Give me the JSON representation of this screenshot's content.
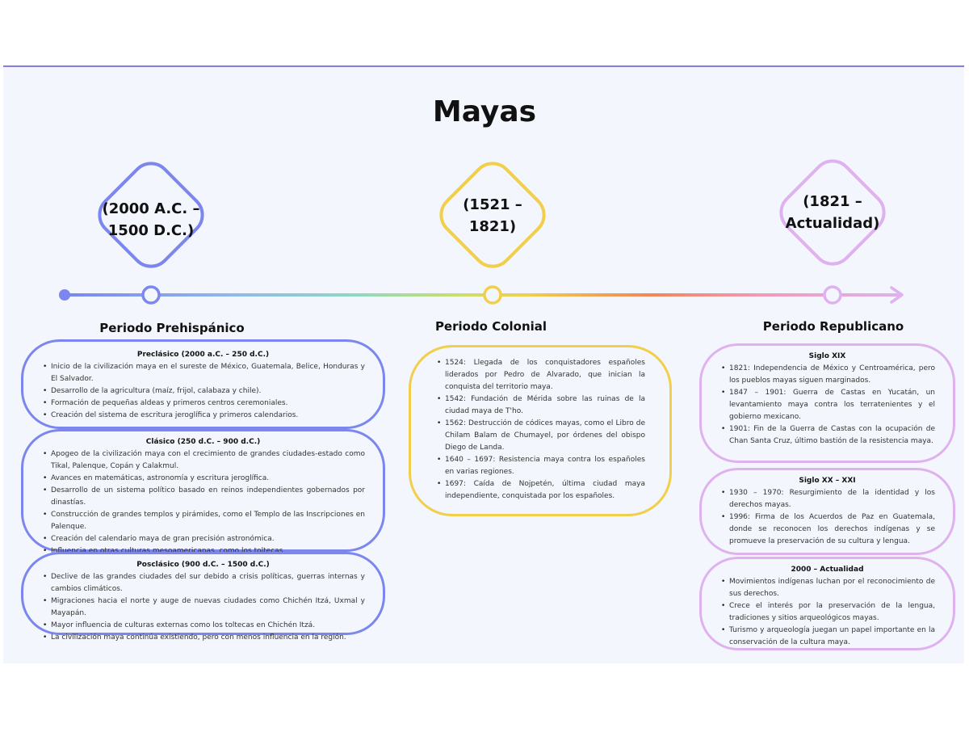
{
  "title": "Mayas",
  "eras": [
    {
      "date": "(2000 A.C. – 1500 D.C.)",
      "date_lines": [
        "(2000 A.C. –",
        "1500 D.C.)"
      ],
      "period": "Periodo Prehispánico",
      "color": "#7b86ee"
    },
    {
      "date": "(1521 – 1821)",
      "date_lines": [
        "(1521 –",
        "1821)"
      ],
      "period": "Periodo Colonial",
      "color": "#f2cf4a"
    },
    {
      "date": "(1821 – Actualidad)",
      "date_lines": [
        "(1821 –",
        "Actualidad)"
      ],
      "period": "Periodo Republicano",
      "color": "#dfb2ef"
    }
  ],
  "prehispanico": {
    "preclasico": {
      "heading": "Preclásico (2000 a.C. – 250 d.C.)",
      "items": [
        "Inicio de la civilización maya en el sureste de México, Guatemala, Belice, Honduras y El Salvador.",
        "Desarrollo de la agricultura (maíz, frijol, calabaza y chile).",
        "Formación de pequeñas aldeas y primeros centros ceremoniales.",
        "Creación del sistema de escritura jeroglífica y primeros calendarios."
      ]
    },
    "clasico": {
      "heading": "Clásico (250 d.C. – 900 d.C.)",
      "items": [
        "Apogeo de la civilización maya con el crecimiento de grandes ciudades-estado como Tikal, Palenque, Copán y Calakmul.",
        "Avances en matemáticas, astronomía y escritura jeroglífica.",
        "Desarrollo de un sistema político basado en reinos independientes gobernados por dinastías.",
        "Construcción de grandes templos y pirámides, como el Templo de las Inscripciones en Palenque.",
        "Creación del calendario maya de gran precisión astronómica.",
        "Influencia en otras culturas mesoamericanas, como los toltecas."
      ]
    },
    "posclasico": {
      "heading": "Posclásico (900 d.C. – 1500 d.C.)",
      "items": [
        "Declive de las grandes ciudades del sur debido a crisis políticas, guerras internas y cambios climáticos.",
        "Migraciones hacia el norte y auge de nuevas ciudades como Chichén Itzá, Uxmal y Mayapán.",
        "Mayor influencia de culturas externas como los toltecas en Chichén Itzá.",
        "La civilización maya continúa existiendo, pero con menos influencia en la región."
      ]
    }
  },
  "colonial": {
    "items": [
      "1524: Llegada de los conquistadores españoles liderados por Pedro de Alvarado, que inician la conquista del territorio maya.",
      "1542: Fundación de Mérida sobre las ruinas de la ciudad maya de T'ho.",
      "1562: Destrucción de códices mayas, como el Libro de Chilam Balam de Chumayel, por órdenes del obispo Diego de Landa.",
      "1640 – 1697: Resistencia maya contra los españoles en varias regiones.",
      "1697: Caída de Nojpetén, última ciudad maya independiente, conquistada por los españoles."
    ]
  },
  "republicano": {
    "siglo_xix": {
      "heading": "Siglo XIX",
      "items": [
        "1821: Independencia de México y Centroamérica, pero los pueblos mayas siguen marginados.",
        "1847 – 1901: Guerra de Castas en Yucatán, un levantamiento maya contra los terratenientes y el gobierno mexicano.",
        "1901: Fin de la Guerra de Castas con la ocupación de Chan Santa Cruz, último bastión de la resistencia maya."
      ]
    },
    "siglo_xx": {
      "heading": "Siglo XX – XXI",
      "items": [
        "1930 – 1970: Resurgimiento de la identidad y los derechos mayas.",
        "1996: Firma de los Acuerdos de Paz en Guatemala, donde se reconocen los derechos indígenas y se promueve la preservación de su cultura y lengua."
      ]
    },
    "actualidad": {
      "heading": "2000 – Actualidad",
      "items": [
        "Movimientos indígenas luchan por el reconocimiento de sus derechos.",
        "Crece el interés por la preservación de la lengua, tradiciones y sitios arqueológicos mayas.",
        "Turismo y arqueología juegan un papel importante en la conservación de la cultura maya."
      ]
    }
  }
}
